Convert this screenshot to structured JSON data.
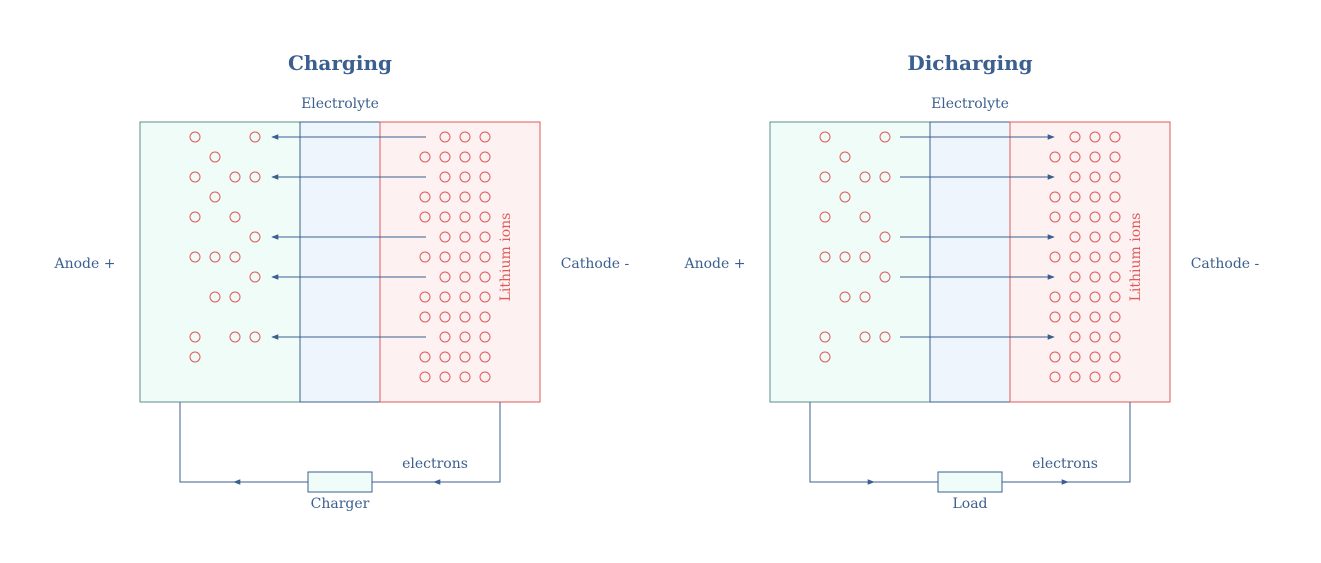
{
  "colors": {
    "text": "#3b5f8e",
    "wire": "#3b5f8e",
    "anode_fill": "#effcf8",
    "anode_stroke": "#5c8f8a",
    "electrolyte_fill": "#eef5fc",
    "electrolyte_stroke": "#3b5f8e",
    "cathode_fill": "#fdf1f1",
    "cathode_stroke": "#e05a5a",
    "ion": "#e05a5a",
    "device_fill": "#effcf8"
  },
  "panels": [
    {
      "id": "charging",
      "title": "Charging",
      "electrolyte_label": "Electrolyte",
      "anode_label": "Anode +",
      "cathode_label": "Cathode -",
      "ions_label": "Lithium ions",
      "electrons_label": "electrons",
      "device_label": "Charger",
      "ion_flow": "cathode-to-anode",
      "electron_flow": "clockwise-to-anode"
    },
    {
      "id": "discharging",
      "title": "Dicharging",
      "electrolyte_label": "Electrolyte",
      "anode_label": "Anode +",
      "cathode_label": "Cathode -",
      "ions_label": "Lithium ions",
      "electrons_label": "electrons",
      "device_label": "Load",
      "ion_flow": "anode-to-cathode",
      "electron_flow": "anode-to-cathode"
    }
  ]
}
